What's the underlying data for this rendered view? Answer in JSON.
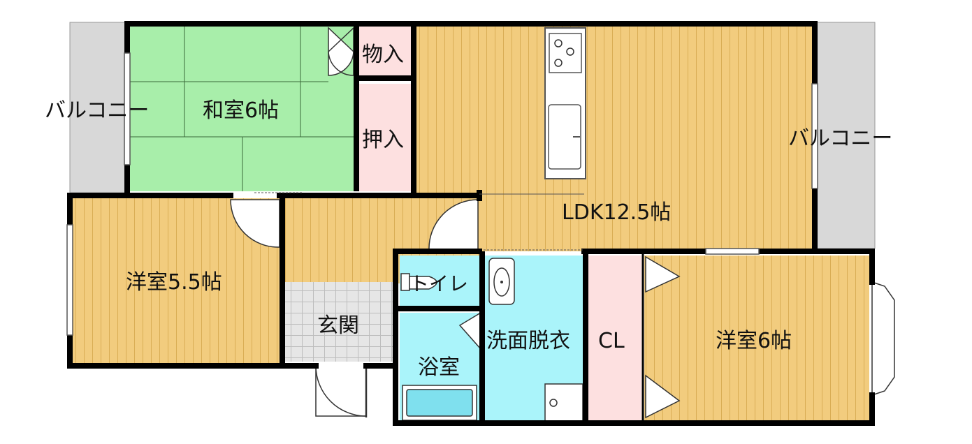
{
  "colors": {
    "tatami": "#a8eeaa",
    "wood": "#f2cc7e",
    "storage": "#fde0e0",
    "water": "#aaf4fa",
    "balcony": "#d8d8d8",
    "entry": "#e6e6e6",
    "wall": "#000000"
  },
  "rooms": {
    "balcony_left": "バルコニー",
    "balcony_right": "バルコニー",
    "washitsu": "和室6帖",
    "monoire": "物入",
    "oshiire": "押入",
    "ldk": "LDK12.5帖",
    "youshitsu_left": "洋室5.5帖",
    "genkan": "玄関",
    "toilet": "トイレ",
    "bath": "浴室",
    "senmen": "洗面脱衣",
    "closet": "CL",
    "youshitsu_right": "洋室6帖"
  }
}
